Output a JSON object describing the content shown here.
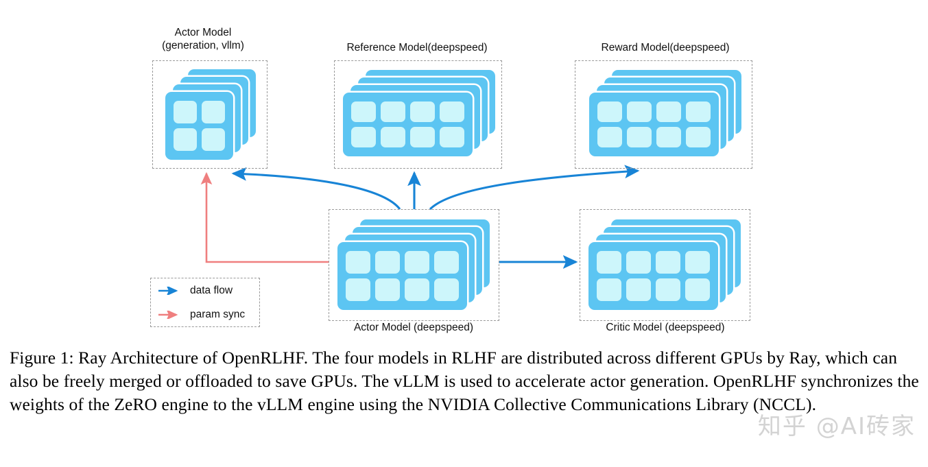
{
  "figure": {
    "title_caption": "Figure 1: Ray Architecture of OpenRLHF. The four models in RLHF are distributed across different GPUs by Ray, which can also be freely merged or offloaded to save GPUs. The vLLM is used to accelerate actor generation. OpenRLHF synchronizes the weights of the ZeRO engine to the vLLM engine using the NVIDIA Collective Communications Library (NCCL).",
    "background_color": "#ffffff"
  },
  "colors": {
    "card_blue": "#5cc5f2",
    "cell_fill": "#cdf6fb",
    "data_flow_arrow": "#1884d6",
    "param_sync_arrow": "#ef7f7f",
    "dashed_border": "#999999",
    "text": "#111111"
  },
  "nodes": [
    {
      "id": "actor-vllm",
      "label": "Actor Model\n(generation, vllm)",
      "label_position": "above",
      "stack_depth": 4,
      "grid_cols": 2,
      "grid_rows": 2
    },
    {
      "id": "reference-model",
      "label": "Reference Model(deepspeed)",
      "label_position": "above",
      "stack_depth": 4,
      "grid_cols": 4,
      "grid_rows": 2
    },
    {
      "id": "reward-model",
      "label": "Reward Model(deepspeed)",
      "label_position": "above",
      "stack_depth": 4,
      "grid_cols": 4,
      "grid_rows": 2
    },
    {
      "id": "actor-deepspeed",
      "label": "Actor Model (deepspeed)",
      "label_position": "below",
      "stack_depth": 4,
      "grid_cols": 4,
      "grid_rows": 2
    },
    {
      "id": "critic-model",
      "label": "Critic Model (deepspeed)",
      "label_position": "below",
      "stack_depth": 4,
      "grid_cols": 4,
      "grid_rows": 2
    }
  ],
  "edges": [
    {
      "id": "actor-to-actorvllm-paramsync",
      "from": "actor-deepspeed",
      "to": "actor-vllm",
      "type": "param sync",
      "color": "#ef7f7f"
    },
    {
      "id": "actor-to-actorvllm-dataflow",
      "from": "actor-deepspeed",
      "to": "actor-vllm",
      "type": "data flow",
      "color": "#1884d6"
    },
    {
      "id": "actor-to-reference",
      "from": "actor-deepspeed",
      "to": "reference-model",
      "type": "data flow",
      "color": "#1884d6"
    },
    {
      "id": "actor-to-reward",
      "from": "actor-deepspeed",
      "to": "reward-model",
      "type": "data flow",
      "color": "#1884d6"
    },
    {
      "id": "actor-to-critic",
      "from": "actor-deepspeed",
      "to": "critic-model",
      "type": "data flow",
      "color": "#1884d6"
    }
  ],
  "legend": {
    "items": [
      {
        "label": "data flow",
        "color": "#1884d6"
      },
      {
        "label": "param sync",
        "color": "#ef7f7f"
      }
    ]
  },
  "watermark": {
    "text": "知乎 @AI砖家"
  }
}
